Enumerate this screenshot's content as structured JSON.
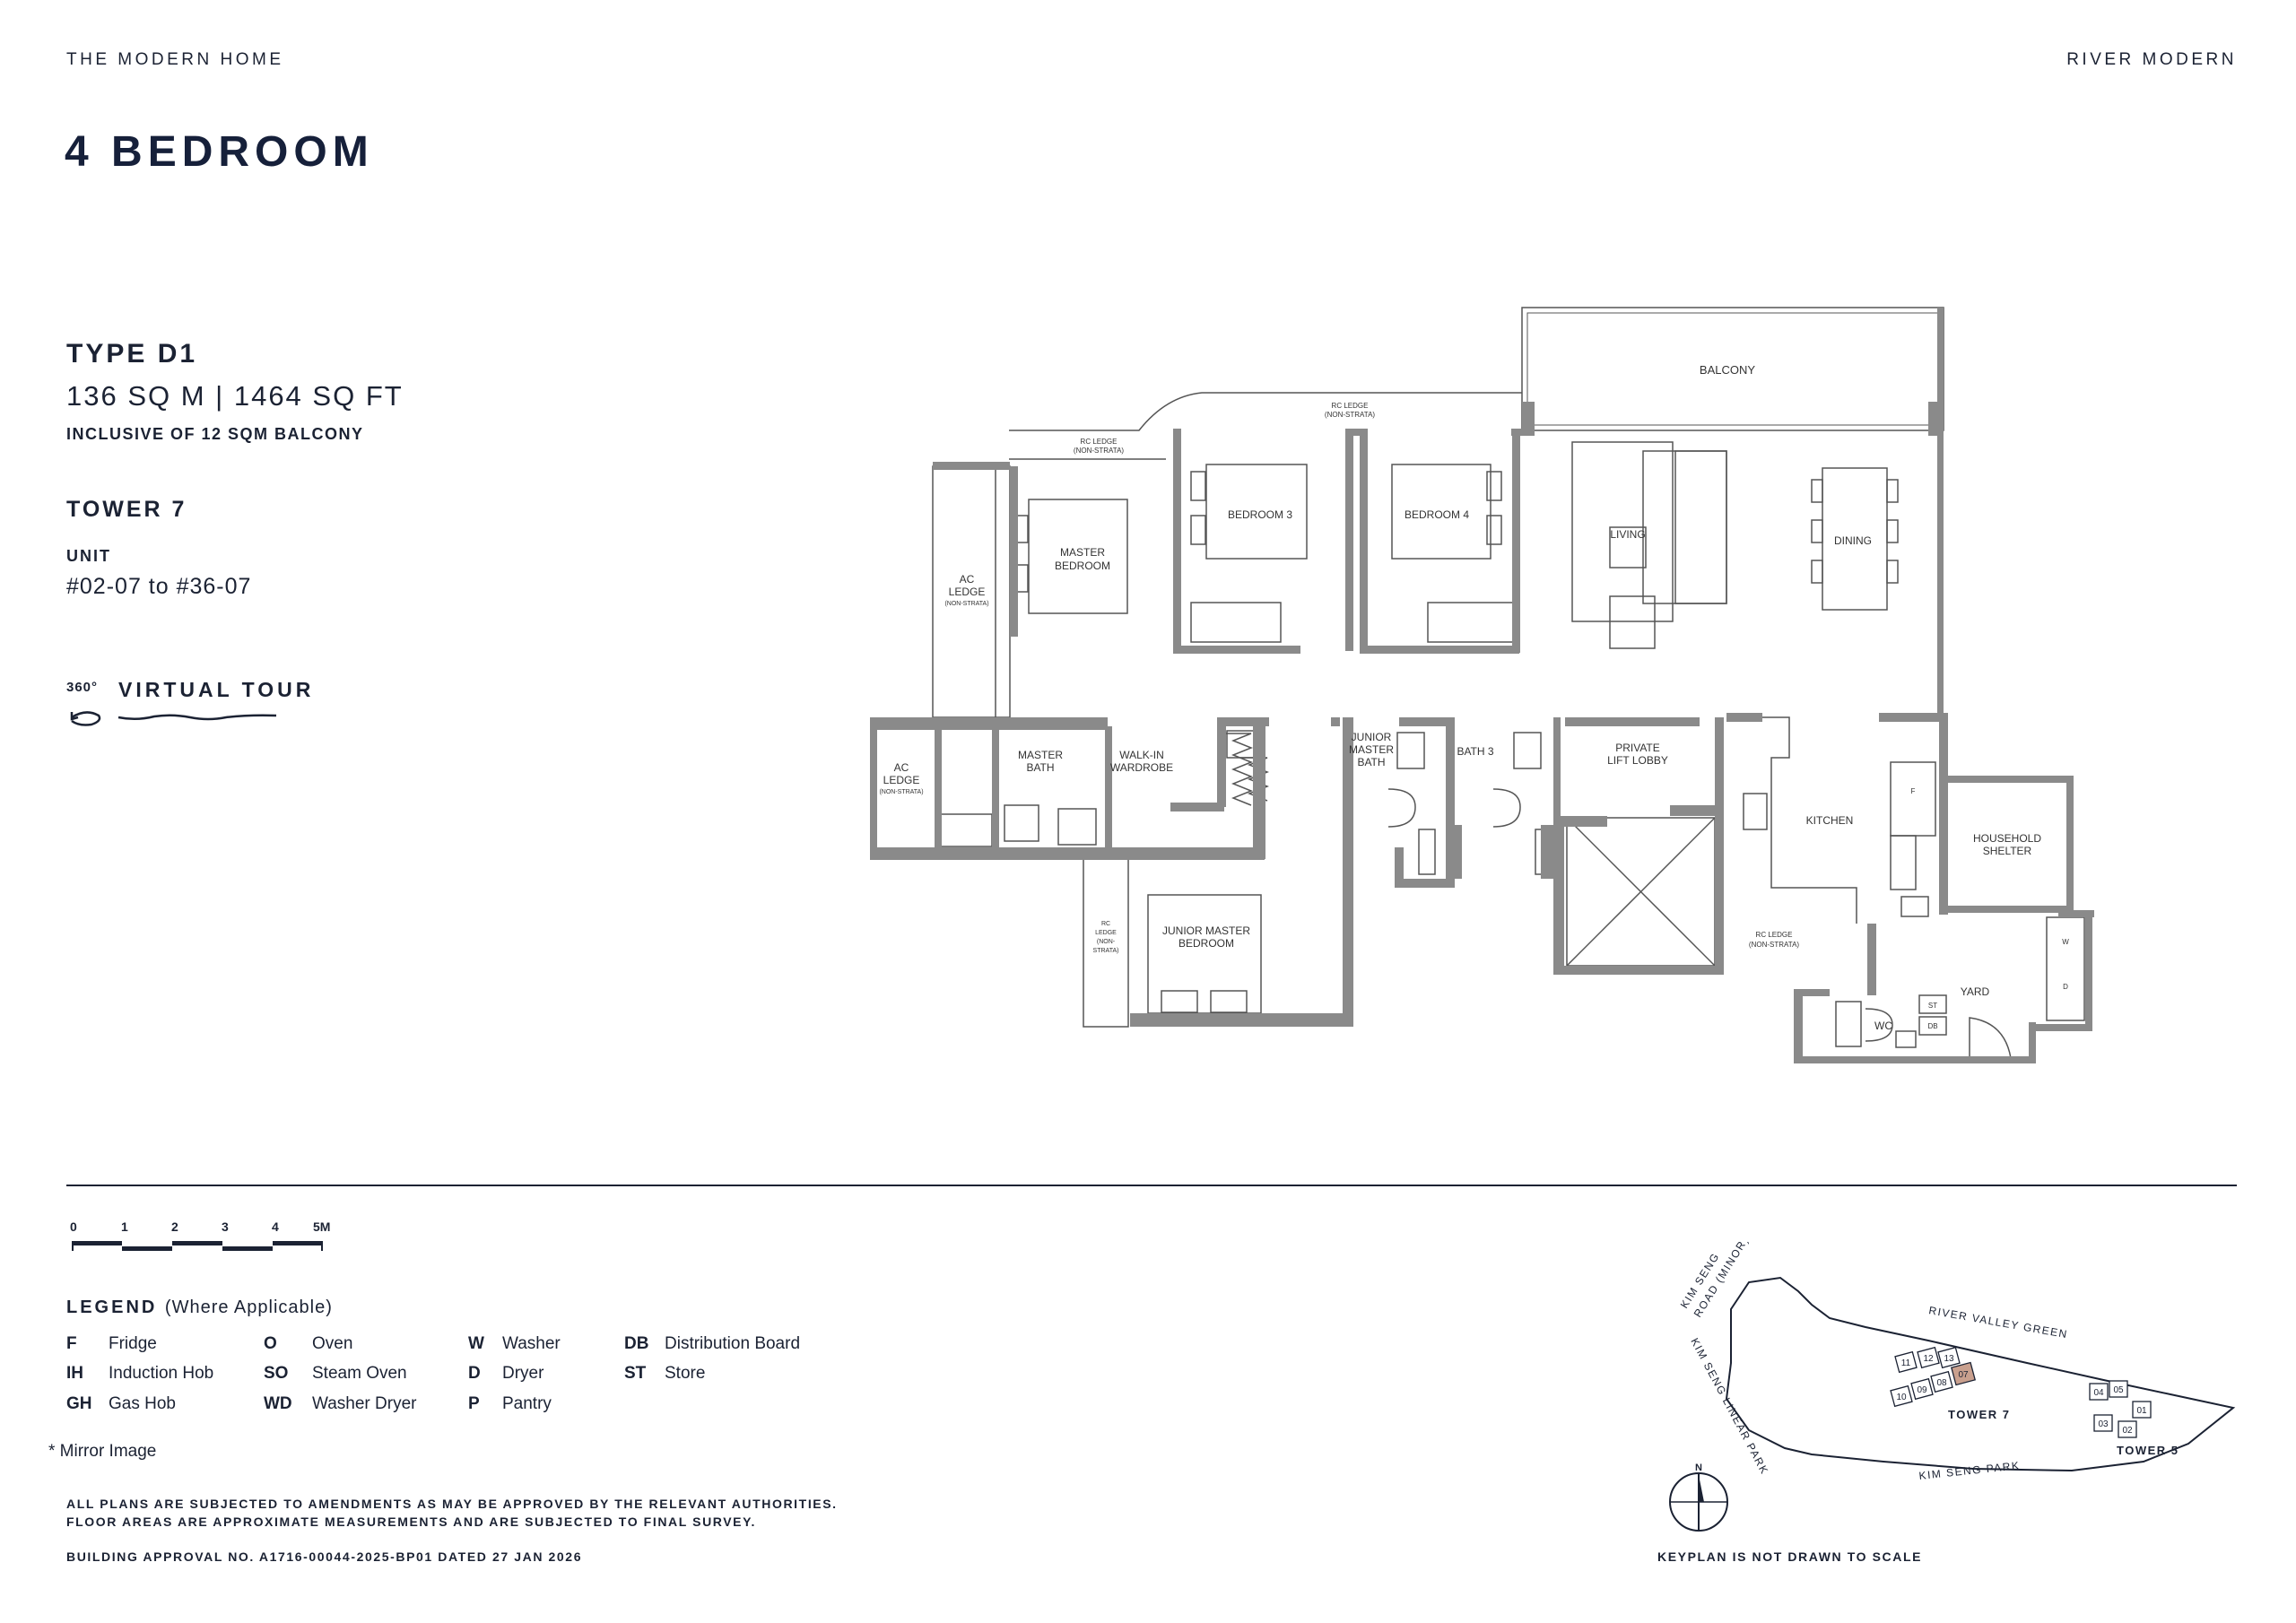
{
  "header": {
    "brand_left": "THE MODERN HOME",
    "brand_right": "RIVER MODERN",
    "title": "4 BEDROOM"
  },
  "unit_info": {
    "type_name": "TYPE D1",
    "area": "136 SQ M | 1464 SQ FT",
    "balcony_note": "INCLUSIVE OF 12 SQM BALCONY",
    "tower": "TOWER 7",
    "unit_label": "UNIT",
    "unit_range": "#02-07 to #36-07"
  },
  "virtual_tour": {
    "degree": "360°",
    "label": "VIRTUAL TOUR"
  },
  "floorplan": {
    "rooms": {
      "balcony": "BALCONY",
      "rc_ledge_top": "RC LEDGE",
      "rc_ledge_top_sub": "(NON-STRATA)",
      "rc_ledge_left": "RC LEDGE",
      "rc_ledge_left_sub": "(NON-STRATA)",
      "master_bedroom_1": "MASTER",
      "master_bedroom_2": "BEDROOM",
      "bedroom3": "BEDROOM 3",
      "bedroom4": "BEDROOM 4",
      "living": "LIVING",
      "dining": "DINING",
      "ac_ledge_1_a": "AC",
      "ac_ledge_1_b": "LEDGE",
      "ac_ledge_1_c": "(NON-STRATA)",
      "ac_ledge_2_a": "AC",
      "ac_ledge_2_b": "LEDGE",
      "ac_ledge_2_c": "(NON-STRATA)",
      "master_bath_1": "MASTER",
      "master_bath_2": "BATH",
      "walkin_1": "WALK-IN",
      "walkin_2": "WARDROBE",
      "junior_master_bath_1": "JUNIOR",
      "junior_master_bath_2": "MASTER",
      "junior_master_bath_3": "BATH",
      "bath3": "BATH 3",
      "private_lift_1": "PRIVATE",
      "private_lift_2": "LIFT LOBBY",
      "kitchen": "KITCHEN",
      "household_shelter_1": "HOUSEHOLD",
      "household_shelter_2": "SHELTER",
      "rc_ledge_bottom_a": "RC",
      "rc_ledge_bottom_b": "LEDGE",
      "rc_ledge_bottom_c": "(NON-",
      "rc_ledge_bottom_d": "STRATA)",
      "junior_master_bedroom_1": "JUNIOR MASTER",
      "junior_master_bedroom_2": "BEDROOM",
      "rc_ledge_kitchen": "RC LEDGE",
      "rc_ledge_kitchen_sub": "(NON-STRATA)",
      "wc": "WC",
      "yard": "YARD",
      "st": "ST",
      "db": "DB",
      "fridge_mark": "F",
      "washer_mark": "W",
      "dryer_mark": "D"
    }
  },
  "scale_bar": {
    "ticks": [
      "0",
      "1",
      "2",
      "3",
      "4",
      "5M"
    ]
  },
  "legend": {
    "title": "LEGEND",
    "subtitle": "(Where Applicable)",
    "items": [
      {
        "code": "F",
        "desc": "Fridge"
      },
      {
        "code": "IH",
        "desc": "Induction Hob"
      },
      {
        "code": "GH",
        "desc": "Gas Hob"
      },
      {
        "code": "O",
        "desc": "Oven"
      },
      {
        "code": "SO",
        "desc": "Steam Oven"
      },
      {
        "code": "WD",
        "desc": "Washer Dryer"
      },
      {
        "code": "W",
        "desc": "Washer"
      },
      {
        "code": "D",
        "desc": "Dryer"
      },
      {
        "code": "P",
        "desc": "Pantry"
      },
      {
        "code": "DB",
        "desc": "Distribution Board"
      },
      {
        "code": "ST",
        "desc": "Store"
      }
    ],
    "mirror_note": "* Mirror Image"
  },
  "disclaimer": {
    "line1": "ALL PLANS ARE SUBJECTED TO AMENDMENTS AS MAY BE APPROVED BY THE RELEVANT AUTHORITIES.",
    "line2": "FLOOR AREAS ARE APPROXIMATE MEASUREMENTS AND ARE SUBJECTED TO FINAL SURVEY.",
    "approval": "BUILDING APPROVAL NO. A1716-00044-2025-BP01 DATED 27 JAN 2026"
  },
  "keyplan": {
    "road1_a": "KIM SENG",
    "road1_b": "ROAD (MINOR)",
    "linear_park": "KIM SENG LINEAR PARK",
    "river_valley_green": "RIVER VALLEY GREEN",
    "kim_seng_park": "KIM SENG PARK",
    "tower7": "TOWER 7",
    "tower5": "TOWER 5",
    "north": "N",
    "note": "KEYPLAN IS NOT DRAWN TO SCALE",
    "t7_units": [
      "11",
      "12",
      "13",
      "10",
      "09",
      "08",
      "07"
    ],
    "t5_units": [
      "04",
      "05",
      "01",
      "03",
      "02"
    ],
    "highlight_color": "#c9a08e"
  },
  "colors": {
    "ink": "#1b2233",
    "wall": "#8a8a8a"
  }
}
